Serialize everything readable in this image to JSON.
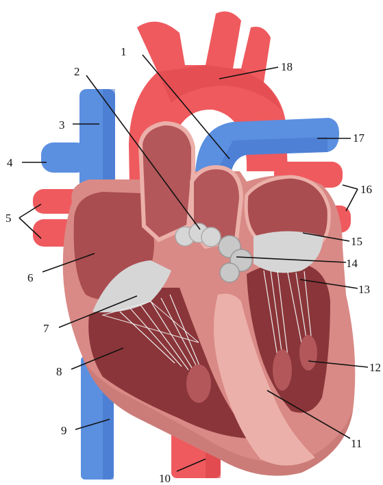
{
  "colors": {
    "artery": "#ef5a5e",
    "artery_dark": "#d9434a",
    "vein": "#5b8fe0",
    "vein_dark": "#3f72c8",
    "muscle": "#d98a86",
    "muscle_light": "#ecb0aa",
    "chamber": "#a94d50",
    "chamber_dark": "#8a3539",
    "valve": "#d6d6d6",
    "label_text": "#111111"
  },
  "labels": {
    "l1": "1",
    "l2": "2",
    "l3": "3",
    "l4": "4",
    "l5": "5",
    "l6": "6",
    "l7": "7",
    "l8": "8",
    "l9": "9",
    "l10": "10",
    "l11": "11",
    "l12": "12",
    "l13": "13",
    "l14": "14",
    "l15": "15",
    "l16": "16",
    "l17": "17",
    "l18": "18"
  }
}
